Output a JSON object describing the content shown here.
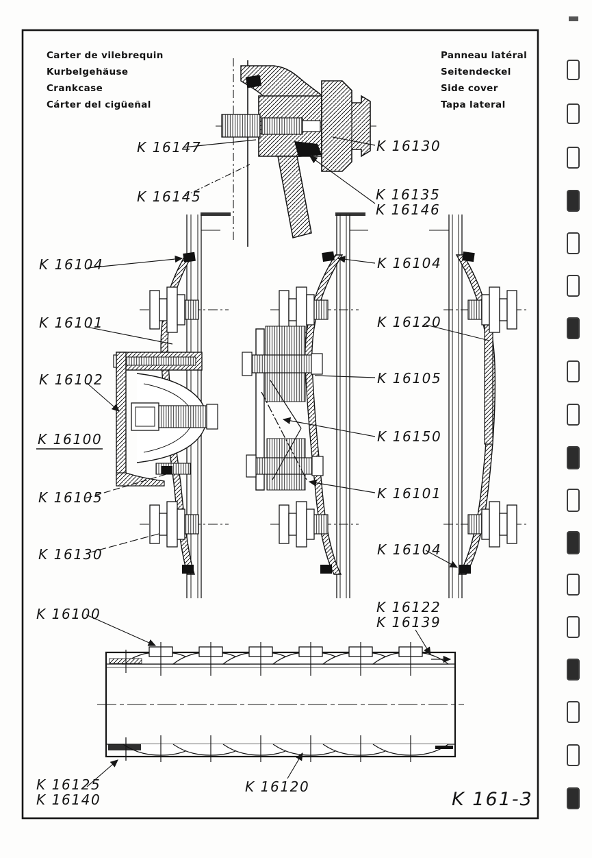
{
  "page": {
    "ink": "#161616",
    "paper": "#fdfdfc",
    "drawing_number": "K 161-3"
  },
  "title_blocks": {
    "crankcase": {
      "fr": "Carter de vilebrequin",
      "de": "Kurbelgehäuse",
      "en": "Crankcase",
      "es": "Cárter del cigüeñal"
    },
    "side_cover": {
      "fr": "Panneau latéral",
      "de": "Seitendeckel",
      "en": "Side cover",
      "es": "Tapa lateral"
    }
  },
  "callouts": {
    "top_left_1": "K 16147",
    "top_left_2": "K 16145",
    "top_right_1": "K 16130",
    "top_right_2": "K 16135",
    "top_right_3": "K 16146",
    "mid_left_1": "K 16104",
    "mid_left_2": "K 16101",
    "mid_left_3": "K 16102",
    "mid_left_4": "K 16100",
    "mid_left_5": "K 16105",
    "mid_left_6": "K 16130",
    "mid_right_1": "K 16104",
    "mid_right_2": "K 16120",
    "mid_right_3": "K 16105",
    "mid_right_4": "K 16150",
    "mid_right_5": "K 16101",
    "mid_right_6": "K 16104",
    "bottom_left_1": "K 16100",
    "bottom_right_1": "K 16122",
    "bottom_right_2": "K 16139",
    "bottom_left_2": "K 16125",
    "bottom_left_3": "K 16140",
    "bottom_center_1": "K 16120"
  }
}
